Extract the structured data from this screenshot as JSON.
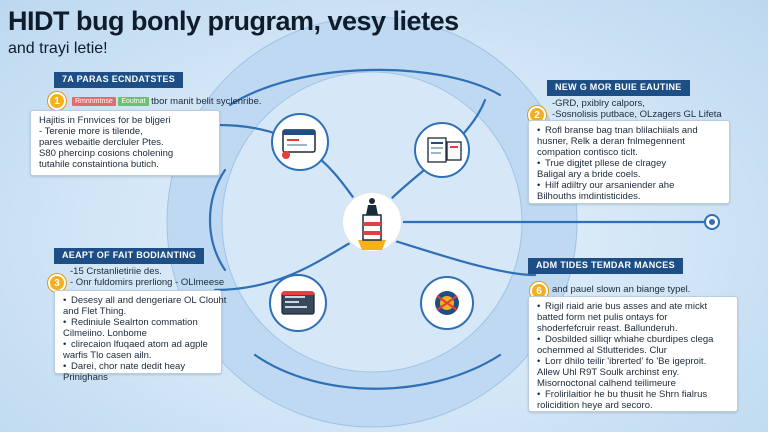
{
  "title": "HIDT bug bonly prugram, vesy lietes",
  "subtitle": "and trayi letie!",
  "colors": {
    "accent": "#1d4f86",
    "badge": "#f4b11c",
    "line": "#2e6fb6"
  },
  "sections": {
    "top_left": {
      "label": "7A PARAS ECNDATSTES",
      "number": "1",
      "pill_red": "Rmnnmtnse",
      "pill_green": "Eoutnat",
      "header_text": "tbor manit belit syclenribe.",
      "items": [
        "Hajitis in Fnnvices for be bljgeri",
        "- Terenie more is tilende,",
        "pares webaitle dercluler Ptes.",
        "S80 phercinp cosions cholening",
        "tutahile constaintiona butich."
      ]
    },
    "top_right": {
      "label": "NEW G MOR BUIE EAUTINE",
      "number": "2",
      "header_lines": [
        "-GRD, pxiblry calpors,",
        "-Sosnolisis putbace, OLzagers GL Lifeta"
      ],
      "items": [
        "Rofl branse bag tnan blilachiials and",
        "husner, Relk a deran fnlmegennent",
        "compation contisco ticlt.",
        "True digjtet pllese de clragey",
        "Baligal ary a bride coels.",
        "Hilf adiltry our arsaniender ahe",
        "Bilhouths imdintisticides."
      ]
    },
    "bottom_left": {
      "label": "AEAPT OF FAIT BODIANTING",
      "number": "3",
      "header_lines": [
        "-15 Crstanlietiriie des.",
        "- Onr fuldomirs prerliong - OLlmeese"
      ],
      "items": [
        "Desesy all and dengeriare OL Clouht",
        "and Flet Thing.",
        "Rediniule Sealrton commation",
        "Cilmeiino. Lonbome",
        "clirecaion lfuqaed atom ad agple",
        "warfis Tlo casen ailn.",
        "Darei, chor nate dedit heay",
        "Prinighans"
      ]
    },
    "bottom_right": {
      "label": "ADM TIDES TEMDAR MANCES",
      "number": "6",
      "header_text": "and pauel slown an biange typel.",
      "items": [
        "Rigil riaid arie bus asses and ate mickt",
        "batted form net pulis ontays for",
        "shoderfefcruir reast. Ballunderuh.",
        "Dosbilded silliqr whiahe cburdipes clega",
        "ochemmed al Stlutterides. Clur",
        "Lorr dhilo teilir 'ibrerted' fo 'Be igeproit.",
        "Allew Uhl R9T Soulk archinst eny.",
        "Misornoctonal calhend teilimeure",
        "Frolirilaitior he bu thusit he Shrn fialrus",
        "rolicidition heye ard secoro."
      ]
    }
  }
}
